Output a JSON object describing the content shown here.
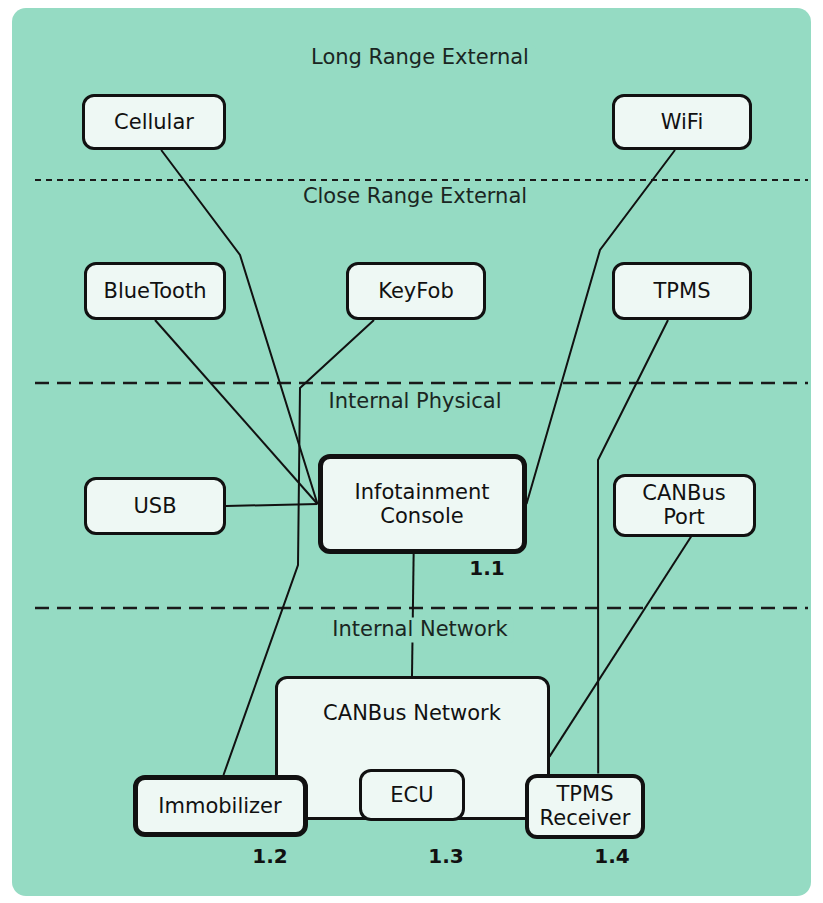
{
  "diagram": {
    "nodes": [
      {
        "text": [
          "Cellular"
        ]
      },
      {
        "text": [
          "WiFi"
        ]
      },
      {
        "text": [
          "BlueTooth"
        ]
      },
      {
        "text": [
          "KeyFob"
        ]
      },
      {
        "text": [
          "TPMS"
        ]
      },
      {
        "text": [
          "USB"
        ]
      },
      {
        "text": [
          "Infotainment Console"
        ]
      },
      {
        "text": [
          "CANBus Port"
        ]
      },
      {
        "text": [
          "CANBus Network"
        ]
      },
      {
        "text": [
          "Immobilizer"
        ]
      },
      {
        "text": [
          "ECU"
        ],
        "in": 8
      },
      {
        "text": [
          "TPMS Receiver"
        ]
      }
    ],
    "edges": [
      {
        "from": 0,
        "to": 6,
        "arrow": "none"
      },
      {
        "from": 2,
        "to": 6,
        "arrow": "none"
      },
      {
        "from": 3,
        "to": 9,
        "arrow": "none"
      },
      {
        "from": 1,
        "to": 6,
        "arrow": "none"
      },
      {
        "from": 4,
        "to": 11,
        "arrow": "none"
      },
      {
        "from": 5,
        "to": 6,
        "arrow": "none"
      },
      {
        "from": 6,
        "to": 8,
        "arrow": "none"
      },
      {
        "from": 7,
        "to": 8,
        "arrow": "none"
      }
    ],
    "labels": [
      "Long Range External",
      "Close Range External",
      "Internal Physical",
      "1.1",
      "Internal Network",
      "1.2",
      "1.3",
      "1.4"
    ]
  }
}
